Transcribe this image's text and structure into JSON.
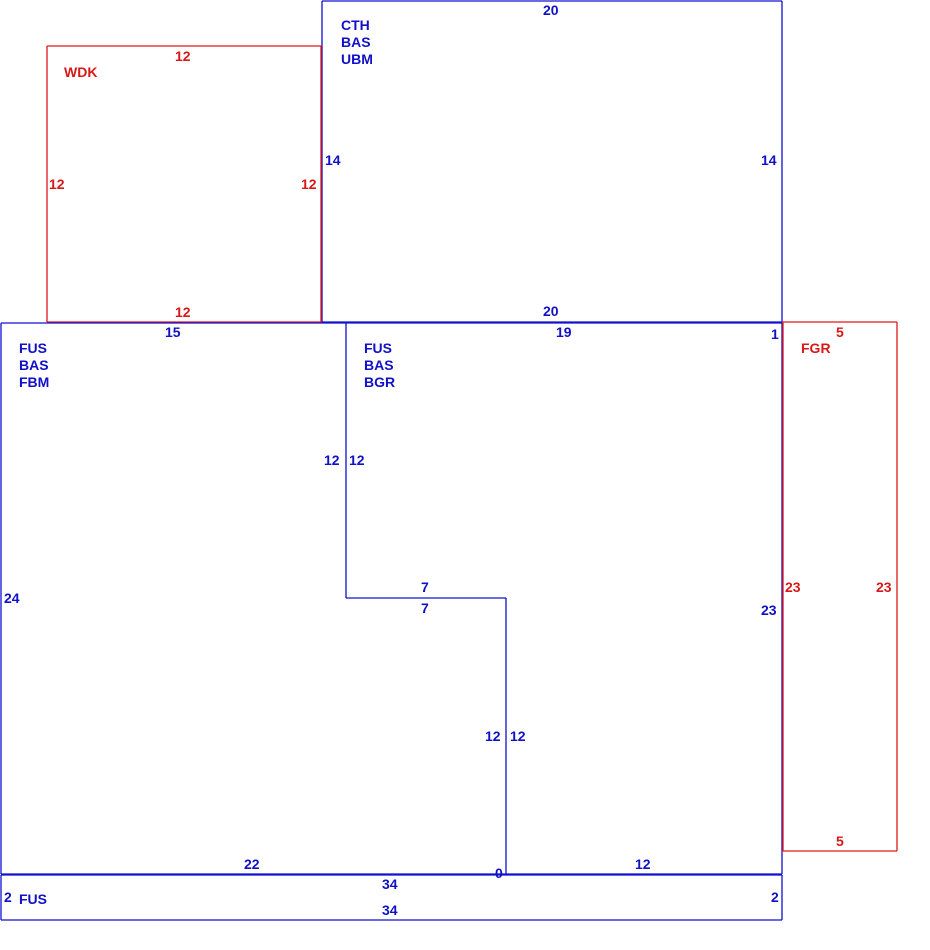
{
  "colors": {
    "blue": "#1010d0",
    "red": "#e01818"
  },
  "areas": {
    "cth": {
      "lines": [
        "CTH",
        "BAS",
        "UBM"
      ]
    },
    "wdk": {
      "lines": [
        "WDK"
      ]
    },
    "fus_left": {
      "lines": [
        "FUS",
        "BAS",
        "FBM"
      ]
    },
    "fus_right": {
      "lines": [
        "FUS",
        "BAS",
        "BGR"
      ]
    },
    "fgr": {
      "lines": [
        "FGR"
      ]
    },
    "fus_bottom": {
      "lines": [
        "FUS"
      ]
    }
  },
  "dimensions": {
    "cth_top": "20",
    "cth_left": "14",
    "cth_right": "14",
    "cth_bottom": "20",
    "wdk_top": "12",
    "wdk_left": "12",
    "wdk_right": "12",
    "wdk_bottom": "12",
    "fus_left_top": "15",
    "fus_left_side": "24",
    "fus_left_bottom": "22",
    "inner_left_12a": "12",
    "inner_right_12a": "12",
    "inner_top_7": "7",
    "inner_bottom_7": "7",
    "inner_left_12b": "12",
    "inner_right_12b": "12",
    "fus_right_top": "19",
    "fus_right_1": "1",
    "fus_right_side": "23",
    "fus_right_bottom": "12",
    "zero": "0",
    "fgr_top": "5",
    "fgr_left": "23",
    "fgr_right": "23",
    "fgr_bottom": "5",
    "bottom_top": "34",
    "bottom_bottom": "34",
    "bottom_left": "2",
    "bottom_right": "2"
  }
}
